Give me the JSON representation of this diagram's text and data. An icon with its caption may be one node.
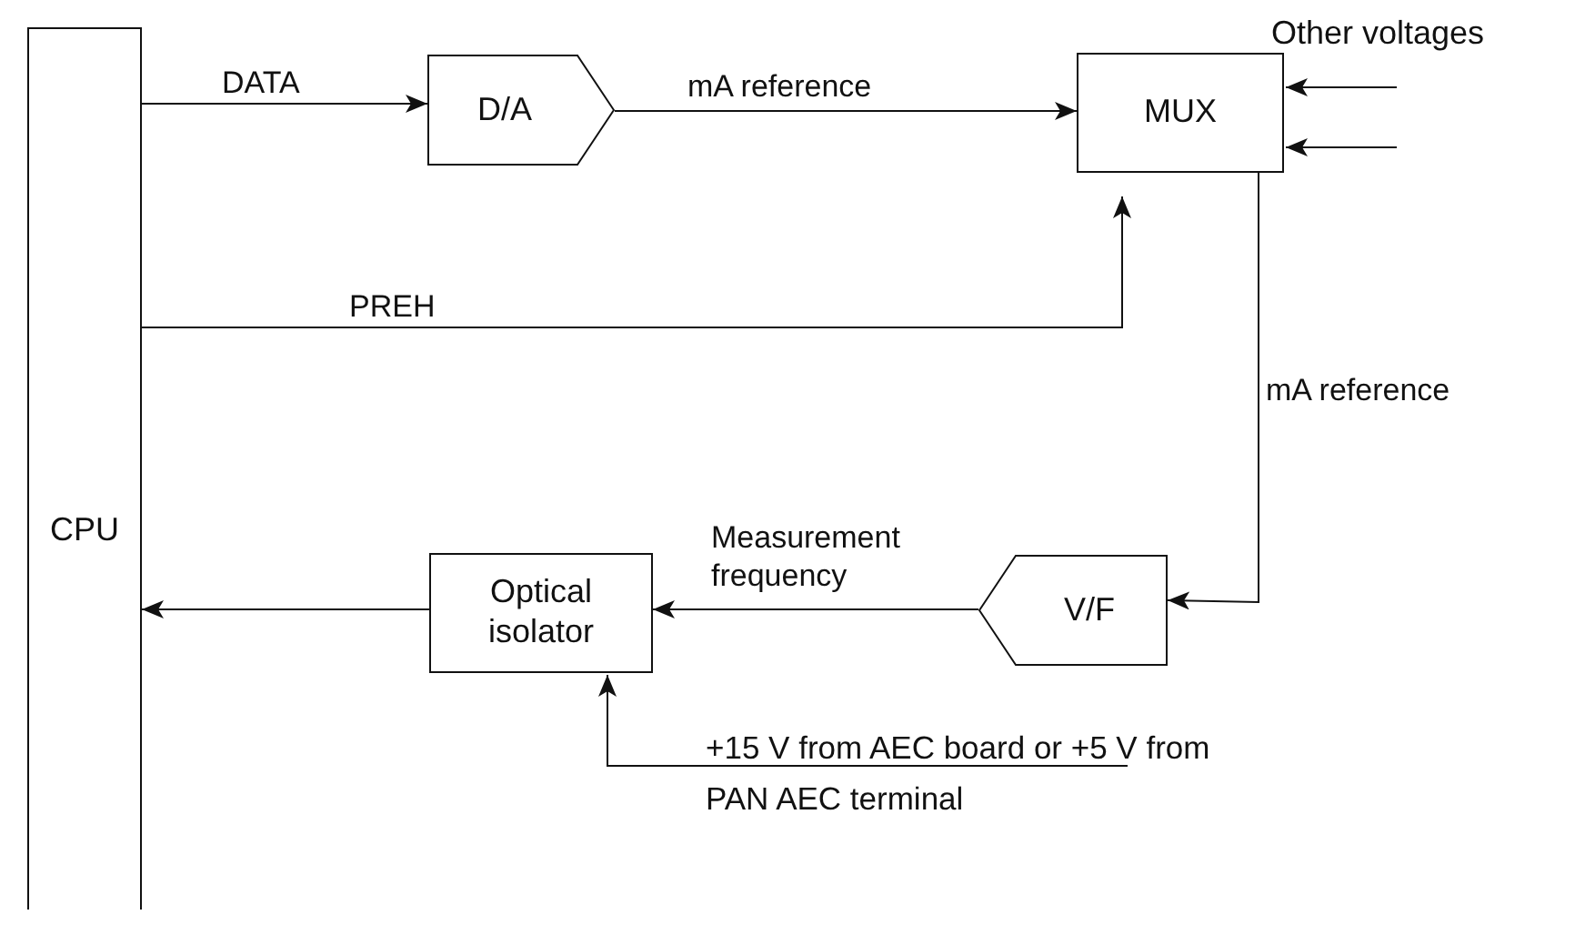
{
  "diagram": {
    "nodes": [
      {
        "text": [
          "CPU"
        ]
      },
      {
        "text": [
          "D/A"
        ]
      },
      {
        "text": [
          "MUX"
        ]
      },
      {
        "text": [
          "V/F"
        ]
      },
      {
        "text": [
          "Optical isolator"
        ]
      },
      {
        "text": [
          "+15 V from AEC board or +5 V from PAN AEC terminal"
        ]
      }
    ],
    "edges": [
      {
        "from": 0,
        "to": 1,
        "arrow": "to",
        "label": "DATA"
      },
      {
        "from": 1,
        "to": 2,
        "arrow": "to",
        "label": "mA reference"
      },
      {
        "from": 0,
        "to": 2,
        "arrow": "to",
        "label": "PREH"
      },
      {
        "from": null,
        "to": 2,
        "arrow": "to"
      },
      {
        "from": null,
        "to": 2,
        "arrow": "to"
      },
      {
        "from": 2,
        "to": 3,
        "arrow": "to",
        "label": "mA reference"
      },
      {
        "from": 3,
        "to": 4,
        "arrow": "to",
        "label": "Measurement frequency"
      },
      {
        "from": 4,
        "to": 0,
        "arrow": "to"
      },
      {
        "from": 5,
        "to": 4,
        "arrow": "to"
      }
    ],
    "labels": [
      "Other voltages"
    ]
  }
}
